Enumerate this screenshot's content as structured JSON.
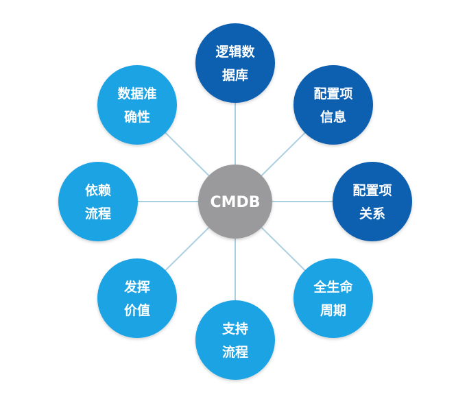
{
  "hub": {
    "label": "CMDB",
    "color": "#9a9a9c"
  },
  "colors": {
    "dark_blue": "#0f5fb0",
    "light_blue": "#1aa3e3",
    "connector": "#a9cfe0"
  },
  "nodes": [
    {
      "id": "logic-db",
      "lines": [
        "逻辑数",
        "据库"
      ],
      "color": "#0f5fb0"
    },
    {
      "id": "ci-info",
      "lines": [
        "配置项",
        "信息"
      ],
      "color": "#0f5fb0"
    },
    {
      "id": "ci-relation",
      "lines": [
        "配置项",
        "关系"
      ],
      "color": "#0f5fb0"
    },
    {
      "id": "lifecycle",
      "lines": [
        "全生命",
        "周期"
      ],
      "color": "#1aa3e3"
    },
    {
      "id": "support-process",
      "lines": [
        "支持",
        "流程"
      ],
      "color": "#1aa3e3"
    },
    {
      "id": "deliver-value",
      "lines": [
        "发挥",
        "价值"
      ],
      "color": "#1aa3e3"
    },
    {
      "id": "dependency-process",
      "lines": [
        "依赖",
        "流程"
      ],
      "color": "#1aa3e3"
    },
    {
      "id": "data-accuracy",
      "lines": [
        "数据准",
        "确性"
      ],
      "color": "#1aa3e3"
    }
  ]
}
